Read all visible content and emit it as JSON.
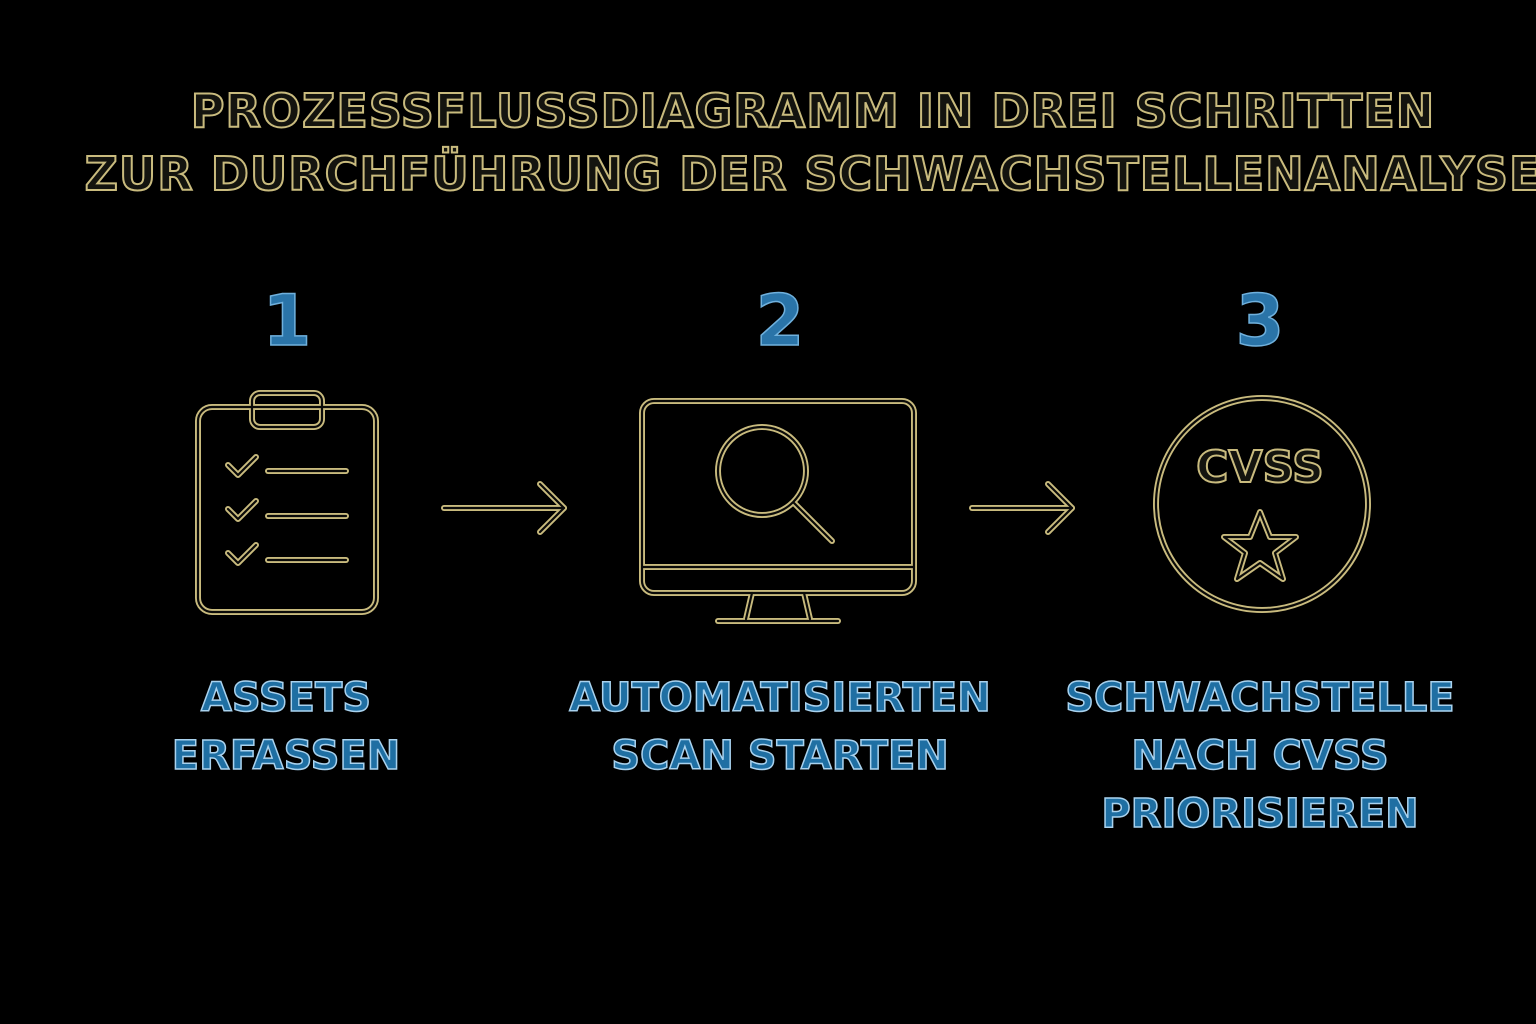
{
  "title": {
    "line1": "PROZESSFLUSSDIAGRAMM IN DREI SCHRITTEN",
    "line2": "ZUR DURCHFÜHRUNG DER SCHWACHSTELLENANALYSE"
  },
  "steps": [
    {
      "number": "1",
      "icon": "clipboard-checklist-icon",
      "label_lines": [
        "ASSETS",
        "ERFASSEN"
      ]
    },
    {
      "number": "2",
      "icon": "monitor-magnifier-icon",
      "label_lines": [
        "AUTOMATISIERTEN",
        "SCAN STARTEN"
      ]
    },
    {
      "number": "3",
      "icon": "cvss-star-badge-icon",
      "icon_text": "CVSS",
      "label_lines": [
        "SCHWACHSTELLE",
        "NACH CVSS",
        "PRIORISIEREN"
      ]
    }
  ],
  "connectors": [
    "arrow-right-icon",
    "arrow-right-icon"
  ],
  "colors": {
    "background": "#000000",
    "outline": "#c9bb7e",
    "accent_blue": "#2a74a8"
  }
}
